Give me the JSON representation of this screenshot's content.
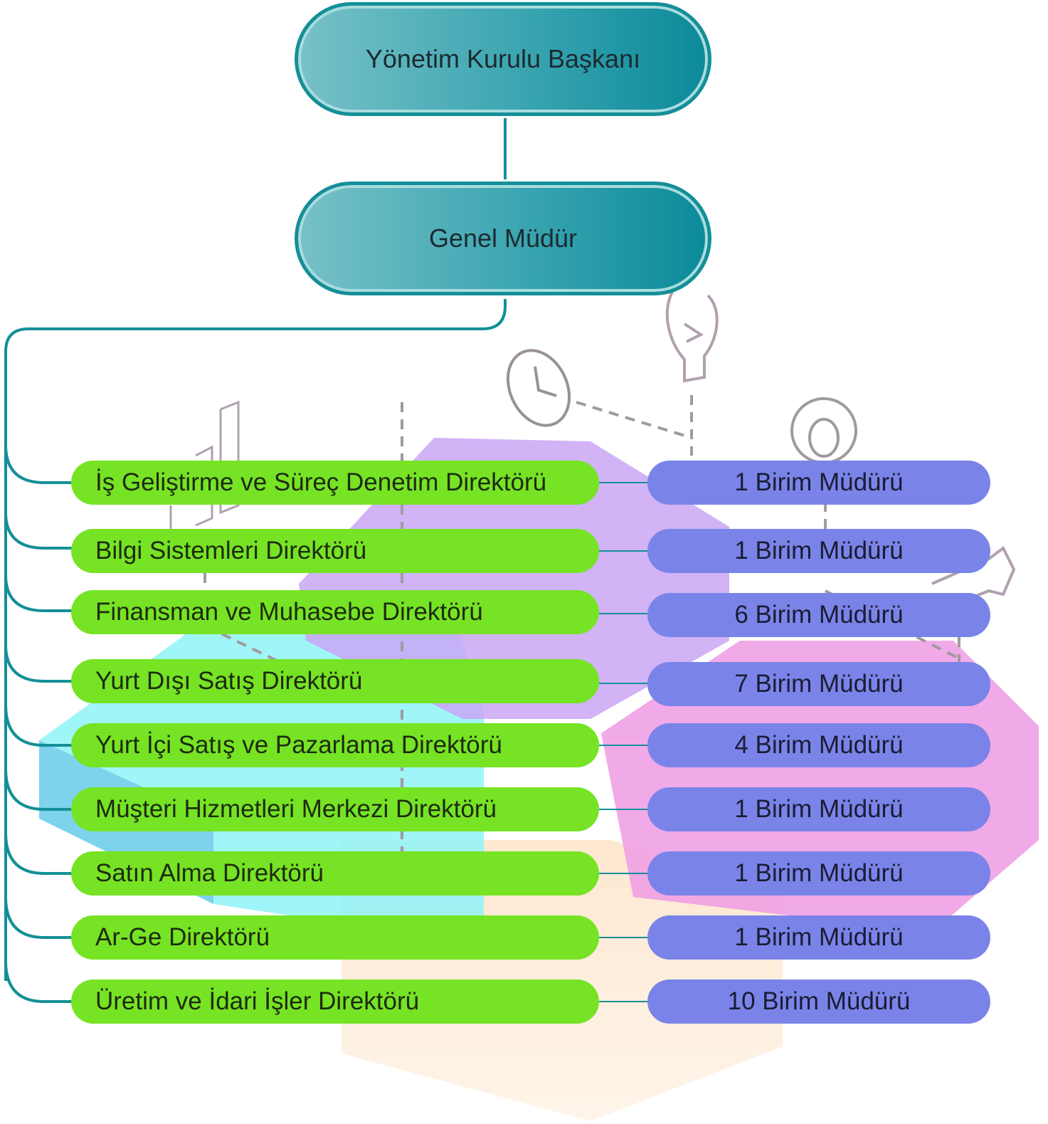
{
  "colors": {
    "top_node_border": "#148f98",
    "connector": "#148f98",
    "director_fill": "#76e324",
    "unit_fill": "#7a84e8"
  },
  "chairman": {
    "label": "Yönetim Kurulu Başkanı"
  },
  "general_manager": {
    "label": "Genel Müdür"
  },
  "directorates": [
    {
      "name": "İş Geliştirme ve Süreç Denetim Direktörü",
      "units": "1 Birim Müdürü"
    },
    {
      "name": "Bilgi Sistemleri Direktörü",
      "units": "1 Birim Müdürü"
    },
    {
      "name": "Finansman ve Muhasebe Direktörü",
      "units": "6 Birim Müdürü"
    },
    {
      "name": "Yurt Dışı Satış Direktörü",
      "units": "7 Birim Müdürü"
    },
    {
      "name": "Yurt İçi Satış ve Pazarlama Direktörü",
      "units": "4 Birim Müdürü"
    },
    {
      "name": "Müşteri Hizmetleri Merkezi Direktörü",
      "units": "1 Birim Müdürü"
    },
    {
      "name": "Satın Alma Direktörü",
      "units": "1 Birim Müdürü"
    },
    {
      "name": "Ar-Ge Direktörü",
      "units": "1 Birim Müdürü"
    },
    {
      "name": "Üretim ve İdari İşler Direktörü",
      "units": "10 Birim Müdürü"
    }
  ]
}
